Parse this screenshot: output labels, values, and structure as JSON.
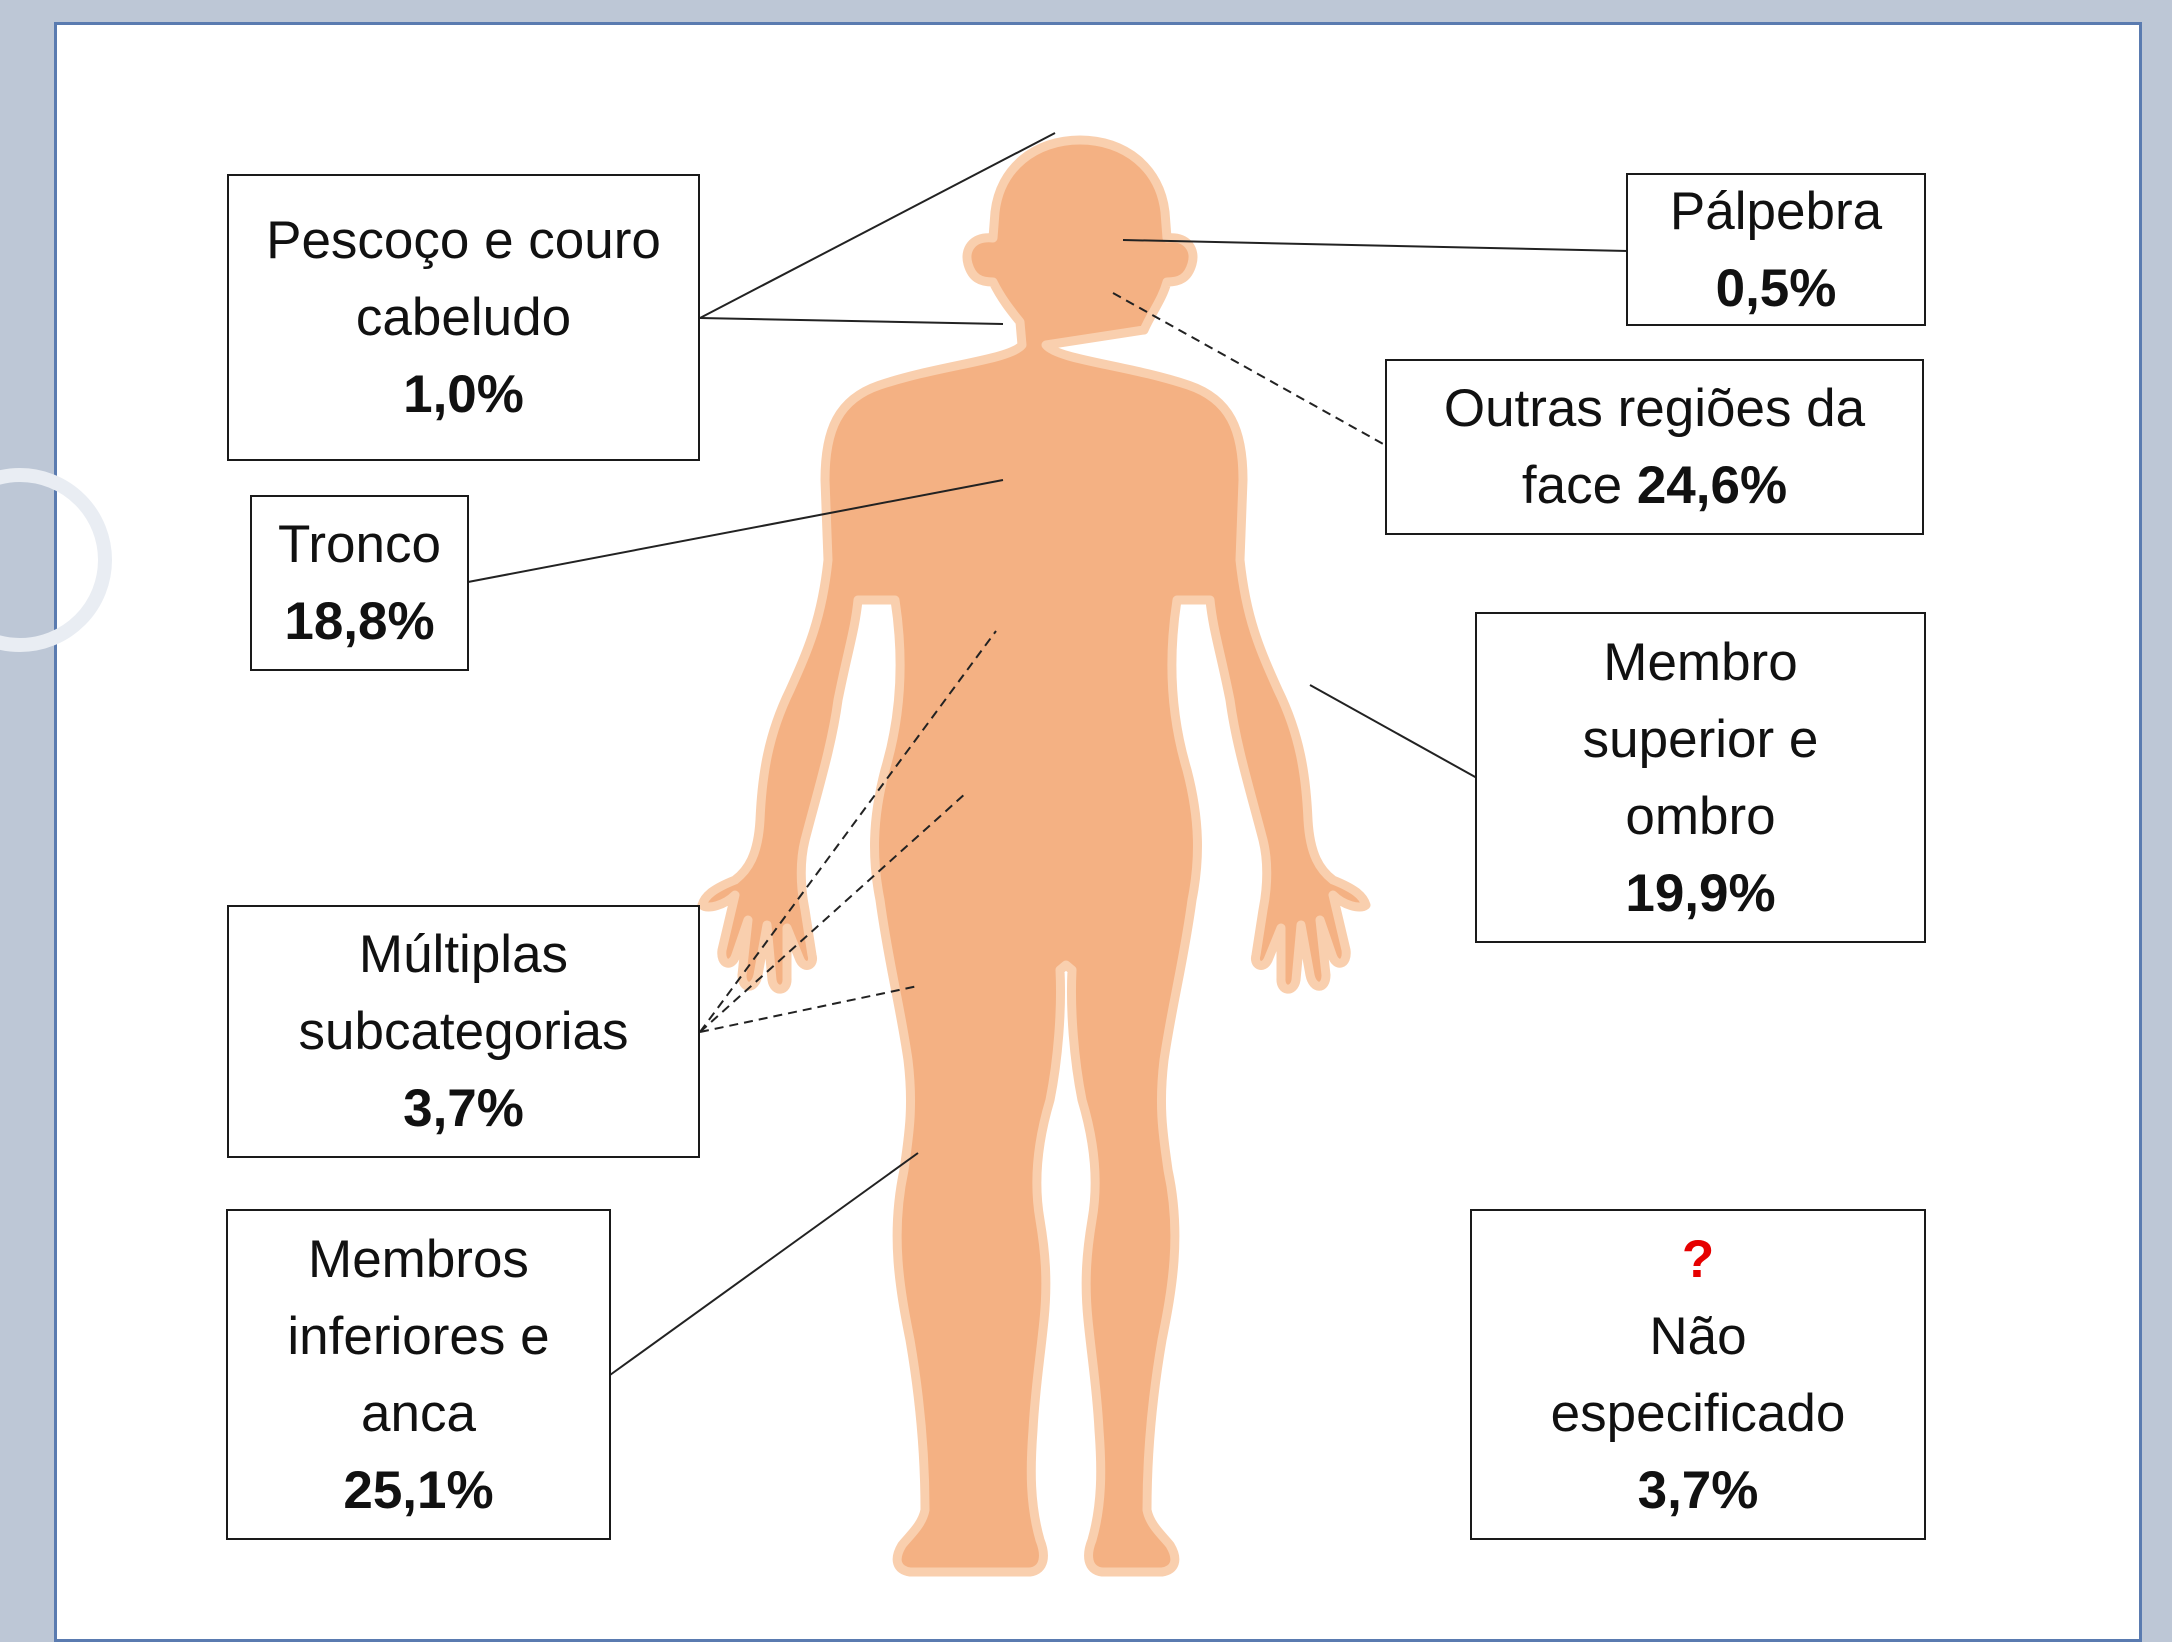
{
  "colors": {
    "background": "#bdc7d6",
    "panel": "#ffffff",
    "panel_border": "#5a7bb0",
    "body_fill": "#f4b183",
    "body_outline": "#f9cfae",
    "question_mark": "#e60000"
  },
  "figure": "human-body-silhouette",
  "labels": {
    "neck_scalp": {
      "line1": "Pescoço e couro",
      "line2": "cabeludo",
      "value": "1,0%"
    },
    "trunk": {
      "line1": "Tronco",
      "value": "18,8%"
    },
    "multiple": {
      "line1": "Múltiplas",
      "line2": "subcategorias",
      "value": "3,7%"
    },
    "lower_limbs": {
      "line1": "Membros",
      "line2": "inferiores e",
      "line3": "anca",
      "value": "25,1%"
    },
    "eyelid": {
      "line1": "Pálpebra",
      "value": "0,5%"
    },
    "other_face": {
      "line1": "Outras regiões da",
      "line2_text": "face ",
      "value": "24,6%"
    },
    "upper_limb": {
      "line1": "Membro",
      "line2": "superior e",
      "line3": "ombro",
      "value": "19,9%"
    },
    "unspecified": {
      "mark": "?",
      "line1": "Não",
      "line2": "especificado",
      "value": "3,7%"
    }
  }
}
